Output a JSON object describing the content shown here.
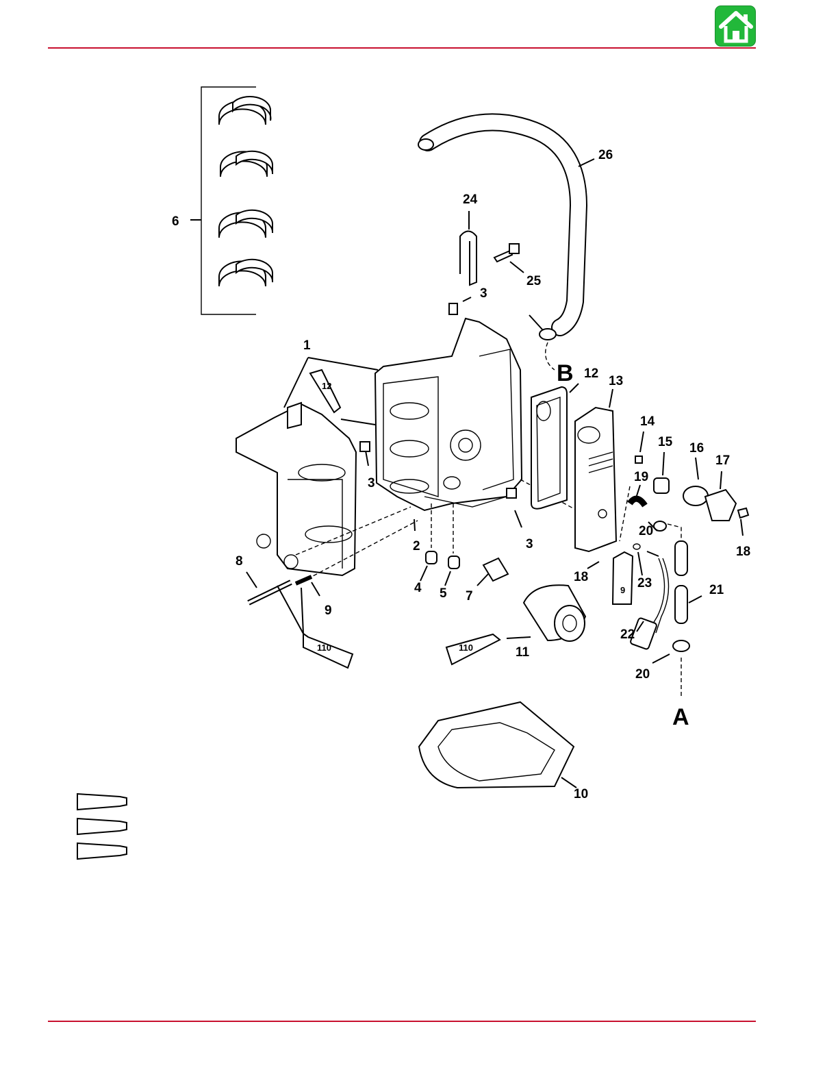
{
  "header": {
    "home_icon": "home-icon",
    "home_color": "#22b83a"
  },
  "rules_color": "#c8102e",
  "diagram": {
    "labels": [
      {
        "id": "6",
        "text": "6"
      },
      {
        "id": "26",
        "text": "26"
      },
      {
        "id": "24",
        "text": "24"
      },
      {
        "id": "25",
        "text": "25"
      },
      {
        "id": "3a",
        "text": "3"
      },
      {
        "id": "1",
        "text": "1"
      },
      {
        "id": "12a",
        "text": "12"
      },
      {
        "id": "13",
        "text": "13"
      },
      {
        "id": "14",
        "text": "14"
      },
      {
        "id": "15",
        "text": "15"
      },
      {
        "id": "16",
        "text": "16"
      },
      {
        "id": "17",
        "text": "17"
      },
      {
        "id": "19",
        "text": "19"
      },
      {
        "id": "3b",
        "text": "3"
      },
      {
        "id": "3c",
        "text": "3"
      },
      {
        "id": "2",
        "text": "2"
      },
      {
        "id": "20a",
        "text": "20"
      },
      {
        "id": "18a",
        "text": "18"
      },
      {
        "id": "18b",
        "text": "18"
      },
      {
        "id": "8",
        "text": "8"
      },
      {
        "id": "4",
        "text": "4"
      },
      {
        "id": "5",
        "text": "5"
      },
      {
        "id": "7",
        "text": "7"
      },
      {
        "id": "9a",
        "text": "9"
      },
      {
        "id": "23",
        "text": "23"
      },
      {
        "id": "21",
        "text": "21"
      },
      {
        "id": "11",
        "text": "11"
      },
      {
        "id": "22",
        "text": "22"
      },
      {
        "id": "20b",
        "text": "20"
      },
      {
        "id": "10",
        "text": "10"
      }
    ],
    "callouts": {
      "A": "A",
      "B": "B"
    },
    "tube_marks": {
      "t12": "12",
      "t110a": "110",
      "t110b": "110",
      "t9": "9"
    }
  }
}
